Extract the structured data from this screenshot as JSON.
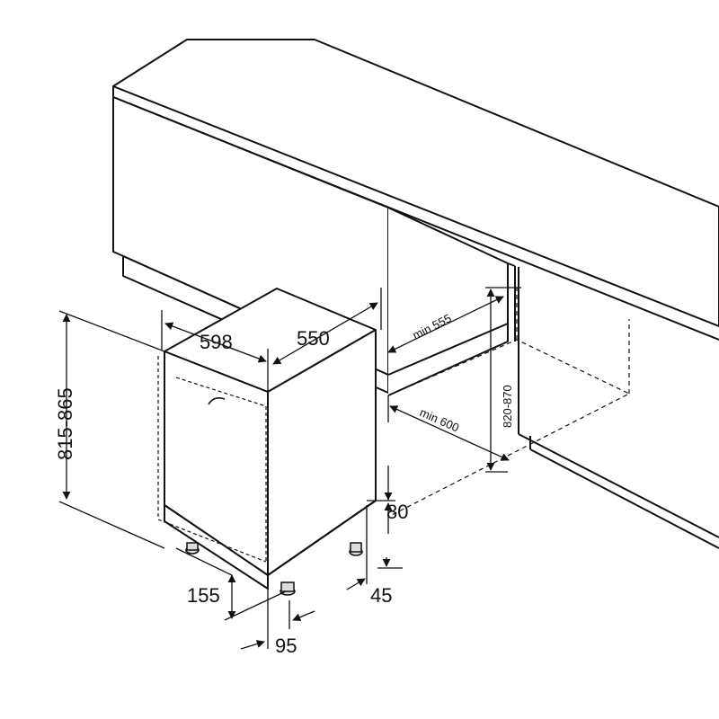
{
  "labels": {
    "height_range": "815-865",
    "width": "598",
    "depth": "550",
    "niche_depth": "min 555",
    "niche_width": "min 600",
    "niche_height": "820-870",
    "plinth_height": "80",
    "plinth_gap": "45",
    "door_gap": "155",
    "door_offset": "95"
  }
}
